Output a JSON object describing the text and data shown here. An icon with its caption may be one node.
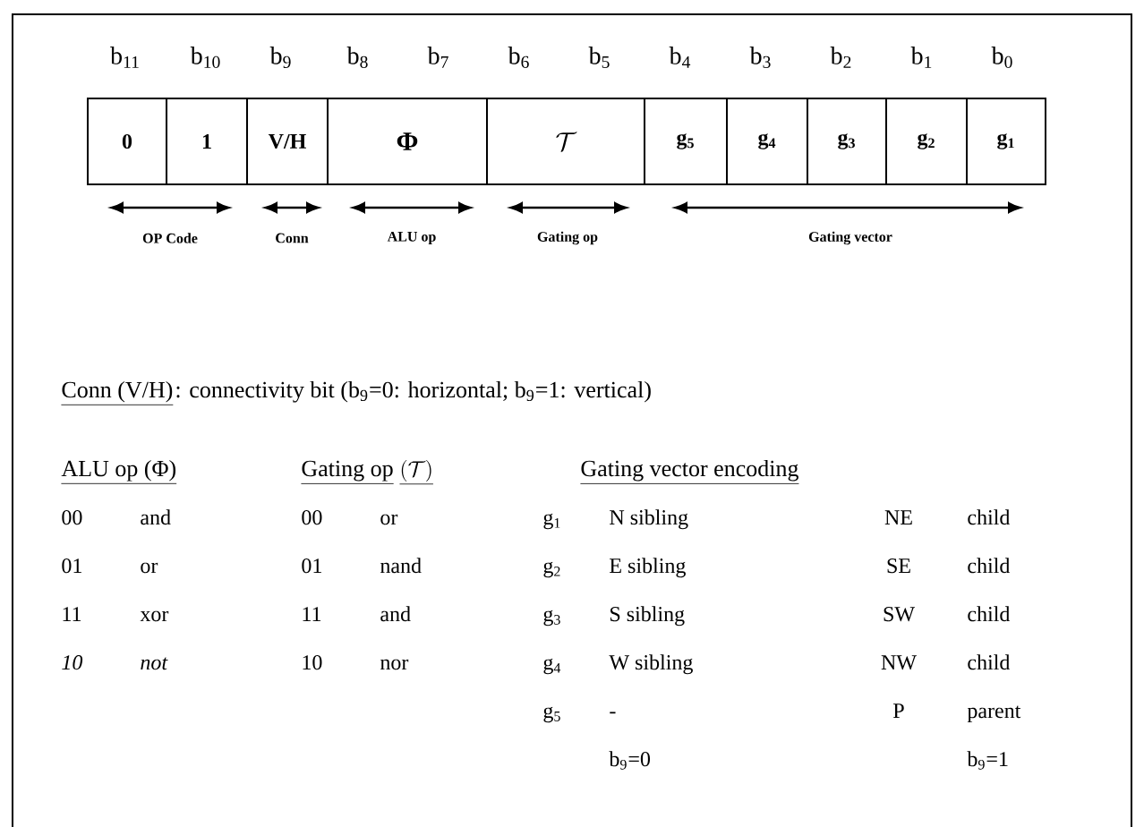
{
  "diagram": {
    "nodes": [
      {
        "text": [
          "0"
        ]
      },
      {
        "text": [
          "1"
        ]
      },
      {
        "text": [
          "V/H"
        ]
      },
      {
        "text": [
          "Φ"
        ]
      },
      {
        "text": [
          "\\mathcal{T}"
        ]
      },
      {
        "text": [
          "g$_{5}$"
        ]
      },
      {
        "text": [
          "g$_{4}$"
        ]
      },
      {
        "text": [
          "g$_{3}$"
        ]
      },
      {
        "text": [
          "g$_{2}$"
        ]
      },
      {
        "text": [
          "g$_{1}$"
        ]
      }
    ],
    "labels": [
      "b$_{11}$",
      "b$_{10}$",
      "b$_{9}$",
      "b$_{8}$",
      "b$_{7}$",
      "b$_{6}$",
      "b$_{5}$",
      "b$_{4}$",
      "b$_{3}$",
      "b$_{2}$",
      "b$_{1}$",
      "b$_{0}$",
      "OP Code",
      "Conn",
      "ALU op",
      "Gating op",
      "Gating vector",
      "Conn (V/H)",
      ": connectivity bit (b$_{9}$=0: horizontal; b$_{9}$=1: vertical)",
      "ALU op (Φ)",
      "Gating op",
      "(\\mathcal{T})",
      "Gating vector encoding",
      "00",
      "and",
      "00",
      "or",
      "g$_{1}$",
      "N sibling",
      "NE",
      "child",
      "01",
      "or",
      "01",
      "nand",
      "g$_{2}$",
      "E sibling",
      "SE",
      "child",
      "11",
      "xor",
      "11",
      "and",
      "g$_{3}$",
      "S sibling",
      "SW",
      "child",
      "10",
      "not",
      "10",
      "nor",
      "g$_{4}$",
      "W sibling",
      "NW",
      "child",
      "g$_{5}$",
      "-",
      "P",
      "parent",
      "b$_{9}$=0",
      "b$_{9}$=1"
    ]
  }
}
